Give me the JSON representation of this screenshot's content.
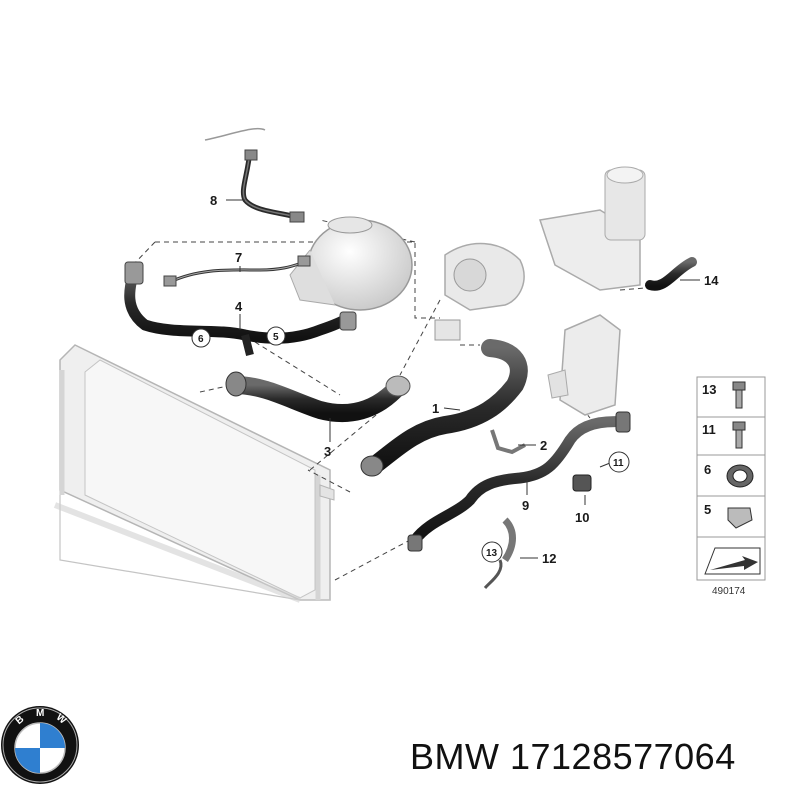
{
  "callouts": {
    "c1": "1",
    "c2": "2",
    "c3": "3",
    "c4": "4",
    "c5": "5",
    "c6": "6",
    "c7": "7",
    "c8": "8",
    "c9": "9",
    "c10": "10",
    "c11": "11",
    "c12": "12",
    "c13": "13",
    "c14": "14"
  },
  "legend": {
    "items": [
      "13",
      "11",
      "6",
      "5"
    ]
  },
  "diagram_code": "490174",
  "logo": {
    "text": "BMW",
    "colors": {
      "blue": "#2f7fd0",
      "black": "#111111",
      "ring_text": "#ffffff"
    }
  },
  "caption": "BMW 17128577064"
}
